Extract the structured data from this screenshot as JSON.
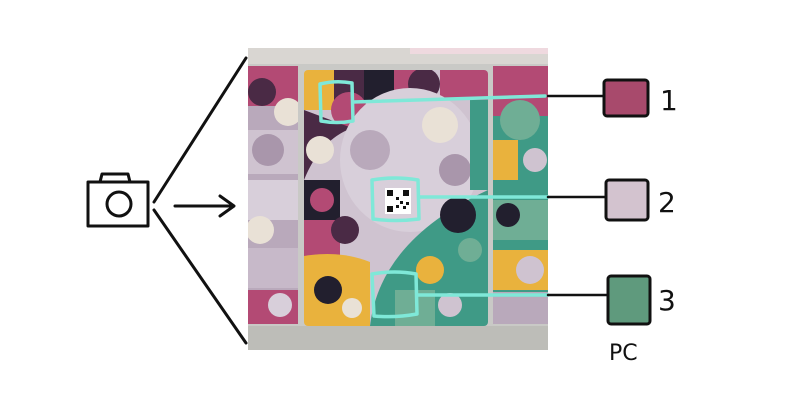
{
  "swatches": [
    {
      "label": "1",
      "color": "#a84a6c"
    },
    {
      "label": "2",
      "color": "#d3c3cf"
    },
    {
      "label": "3",
      "color": "#5f9a7d"
    }
  ],
  "pc_label": "PC",
  "palette": {
    "ink": "#111111",
    "highlight": "#7fe8d8",
    "wall": "#c9c9c6",
    "plum": "#4a2a45",
    "magenta": "#b34a74",
    "lilac": "#cfc3d0",
    "mustard": "#e9b23d",
    "teal": "#3f9a86",
    "sage": "#6fae95",
    "cream": "#e9e1d6",
    "navy": "#221f2e"
  },
  "icons": {
    "camera": "camera-icon",
    "arrow": "arrow-right-icon"
  }
}
